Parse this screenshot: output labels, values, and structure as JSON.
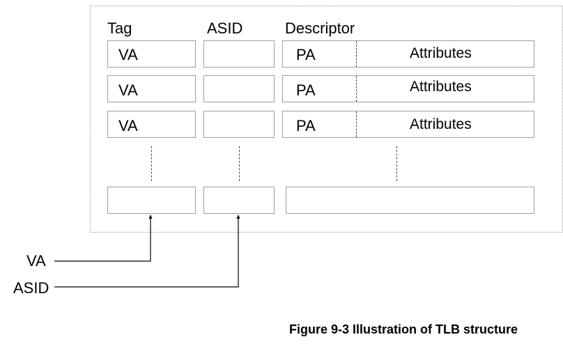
{
  "headers": {
    "tag": "Tag",
    "asid": "ASID",
    "descriptor": "Descriptor"
  },
  "rows": [
    {
      "tag": "VA",
      "asid": "",
      "pa": "PA",
      "attributes": "Attributes"
    },
    {
      "tag": "VA",
      "asid": "",
      "pa": "PA",
      "attributes": "Attributes"
    },
    {
      "tag": "VA",
      "asid": "",
      "pa": "PA",
      "attributes": "Attributes"
    }
  ],
  "inputs": {
    "va": "VA",
    "asid": "ASID"
  },
  "caption": "Figure 9-3 Illustration of TLB structure"
}
